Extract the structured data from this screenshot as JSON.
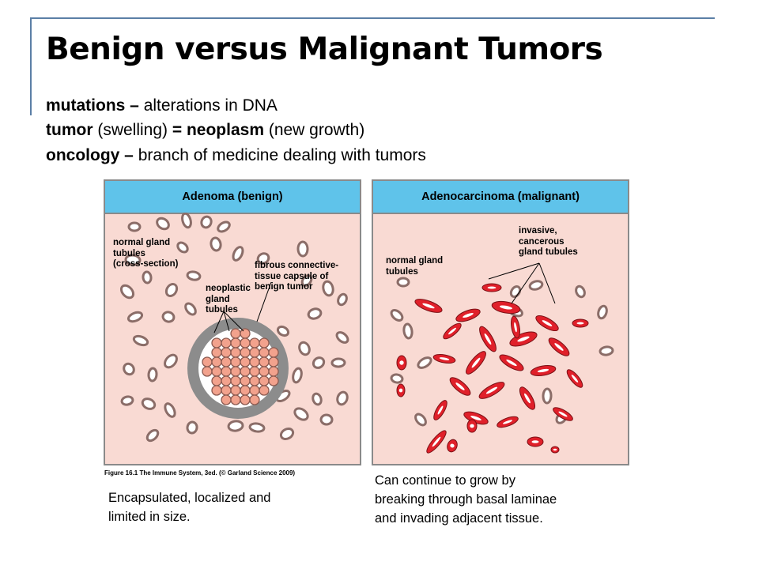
{
  "title": "Benign versus Malignant Tumors",
  "definitions": [
    {
      "term": "mutations –",
      "text": " alterations in DNA"
    },
    {
      "term": "tumor",
      "text": " (swelling) ",
      "term2": "= neoplasm",
      "text2": " (new growth)"
    },
    {
      "term": "oncology –",
      "text": " branch of medicine dealing with tumors"
    }
  ],
  "figure": {
    "benign": {
      "header": "Adenoma (benign)",
      "labels": {
        "normal": "normal gland\ntubules\n(cross-section)",
        "neoplastic": "neoplastic\ngland\ntubules",
        "capsule": "fibrous connective-\ntissue capsule of\nbenign tumor"
      }
    },
    "malignant": {
      "header": "Adenocarcinoma (malignant)",
      "labels": {
        "normal": "normal gland\ntubules",
        "invasive": "invasive,\ncancerous\ngland tubules"
      }
    },
    "credit": "Figure 16.1 The Immune System, 3ed. (© Garland Science 2009)"
  },
  "captions": {
    "benign": "Encapsulated, localized and\nlimited in size.",
    "malignant": "Can continue to grow by\nbreaking through basal laminae\nand invading adjacent tissue."
  },
  "colors": {
    "panel_bg": "#f9dad3",
    "header_bg": "#5fc3ea",
    "tubule_outline": "#8b6d68",
    "malignant_red": "#e0202a",
    "capsule": "#8c8c8c"
  }
}
